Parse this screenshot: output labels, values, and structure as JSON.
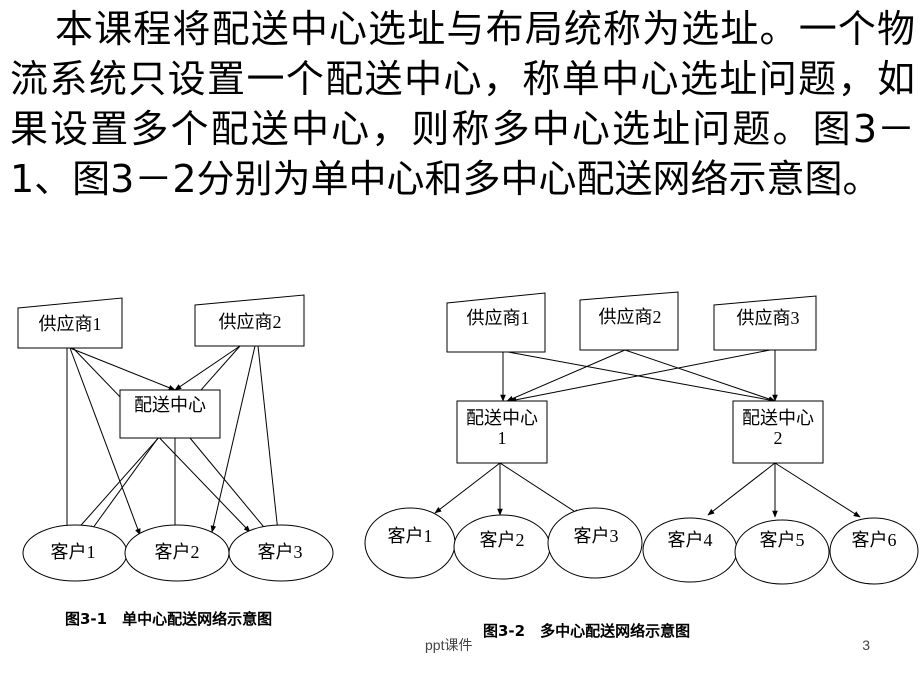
{
  "paragraph": "本课程将配送中心选址与布局统称为选址。一个物流系统只设置一个配送中心，称单中心选址问题，如果设置多个配送中心，则称多中心选址问题。图3－1、图3－2分别为单中心和多中心配送网络示意图。",
  "figure1": {
    "suppliers": [
      "供应商1",
      "供应商2"
    ],
    "center": "配送中心",
    "customers": [
      "客户1",
      "客户2",
      "客户3"
    ],
    "caption": "图3-1　单中心配送网络示意图"
  },
  "figure2": {
    "suppliers": [
      "供应商1",
      "供应商2",
      "供应商3"
    ],
    "centers": [
      {
        "line1": "配送中心",
        "line2": "1"
      },
      {
        "line1": "配送中心",
        "line2": "2"
      }
    ],
    "customers": [
      "客户1",
      "客户2",
      "客户3",
      "客户4",
      "客户5",
      "客户6"
    ],
    "caption": "图3-2　多中心配送网络示意图"
  },
  "footer": {
    "label": "ppt课件",
    "page_number": "3"
  }
}
